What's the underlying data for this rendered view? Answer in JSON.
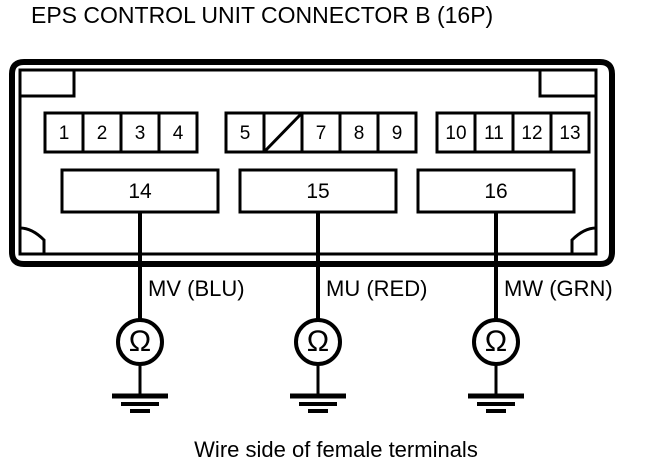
{
  "title": "EPS CONTROL UNIT CONNECTOR B (16P)",
  "caption": "Wire side of female terminals",
  "connector": {
    "pin_rows": [
      {
        "group": "left",
        "cells": [
          {
            "label": "1",
            "blank": false
          },
          {
            "label": "2",
            "blank": false
          },
          {
            "label": "3",
            "blank": false
          },
          {
            "label": "4",
            "blank": false
          }
        ]
      },
      {
        "group": "middle",
        "cells": [
          {
            "label": "5",
            "blank": false
          },
          {
            "label": "",
            "blank": true
          },
          {
            "label": "7",
            "blank": false
          },
          {
            "label": "8",
            "blank": false
          },
          {
            "label": "9",
            "blank": false
          }
        ]
      },
      {
        "group": "right",
        "cells": [
          {
            "label": "10",
            "blank": false
          },
          {
            "label": "11",
            "blank": false
          },
          {
            "label": "12",
            "blank": false
          },
          {
            "label": "13",
            "blank": false
          }
        ]
      }
    ],
    "terminals": [
      {
        "label": "14"
      },
      {
        "label": "15"
      },
      {
        "label": "16"
      }
    ]
  },
  "wires": [
    {
      "label": "MV (BLU)",
      "signal": "MV",
      "color_name": "BLU"
    },
    {
      "label": "MU (RED)",
      "signal": "MU",
      "color_name": "RED"
    },
    {
      "label": "MW (GRN)",
      "signal": "MW",
      "color_name": "GRN"
    }
  ],
  "meters": [
    {
      "symbol": "Ω",
      "name": "ohmmeter"
    },
    {
      "symbol": "Ω",
      "name": "ohmmeter"
    },
    {
      "symbol": "Ω",
      "name": "ohmmeter"
    }
  ],
  "colors": {
    "ink": "#000000",
    "background": "#ffffff"
  }
}
